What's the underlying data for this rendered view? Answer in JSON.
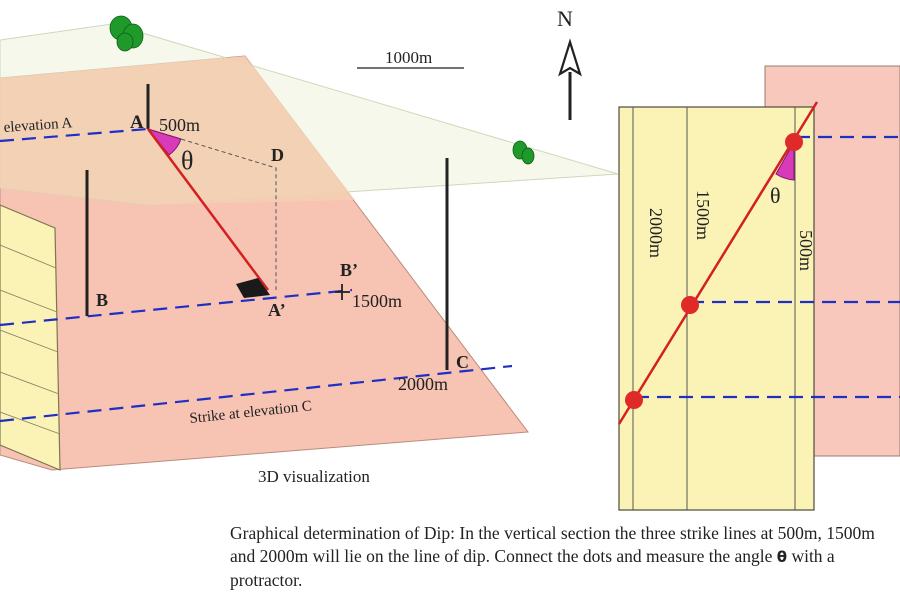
{
  "scale_bar": {
    "label": "1000m"
  },
  "north_arrow": {
    "label": "N"
  },
  "view_3d": {
    "title": "3D visualization",
    "points": {
      "A": "A",
      "A_prime": "A’",
      "B": "B",
      "B_prime": "B’",
      "C": "C",
      "D": "D"
    },
    "elevation_labels": {
      "a": "500m",
      "b": "1500m",
      "c": "2000m"
    },
    "strike_labels": {
      "a": "elevation A",
      "c": "Strike at elevation C"
    },
    "angle_symbol": "θ"
  },
  "vertical_section": {
    "column_labels": [
      "2000m",
      "1500m",
      "500m"
    ],
    "angle_symbol": "θ"
  },
  "caption": {
    "text_before": "Graphical determination of Dip: In the vertical section the three strike lines at 500m, 1500m and 2000m will lie on the line of dip. Connect the dots and measure the angle ",
    "theta": "θ",
    "text_after": " with a protractor."
  },
  "colors": {
    "plane_pink": "#f7c3b3",
    "plane_pink_right": "#f7c8bb",
    "ground_green": "#eef2dc",
    "plane_peach": "#f3cfb1",
    "section_yellow": "#fbf3b6",
    "strike_blue": "#1f2fc4",
    "dip_red": "#d32020",
    "angle_magenta": "#d93ab9",
    "tree_green": "#1f9a2a"
  }
}
